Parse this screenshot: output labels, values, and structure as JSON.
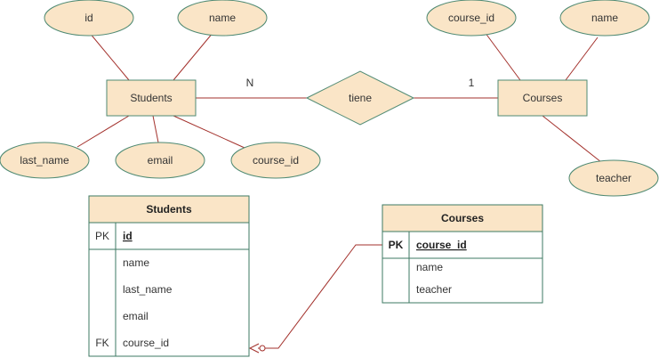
{
  "colors": {
    "fill": "#fae5c7",
    "stroke_shape": "#4f8a73",
    "stroke_edge": "#a3312c",
    "table_stroke": "#3d7a63"
  },
  "er": {
    "students": {
      "entity": "Students",
      "attrs": [
        "id",
        "name",
        "last_name",
        "email",
        "course_id"
      ]
    },
    "courses": {
      "entity": "Courses",
      "attrs": [
        "course_id",
        "name",
        "teacher"
      ]
    },
    "relation": {
      "label": "tiene",
      "card_left": "N",
      "card_right": "1"
    }
  },
  "tables": {
    "students": {
      "title": "Students",
      "pk_key": "PK",
      "pk_field": "id",
      "fields": [
        "name",
        "last_name",
        "email",
        "course_id"
      ],
      "fk_key": "FK"
    },
    "courses": {
      "title": "Courses",
      "pk_key": "PK",
      "pk_field": "course_id",
      "fields": [
        "name",
        "teacher"
      ]
    }
  }
}
